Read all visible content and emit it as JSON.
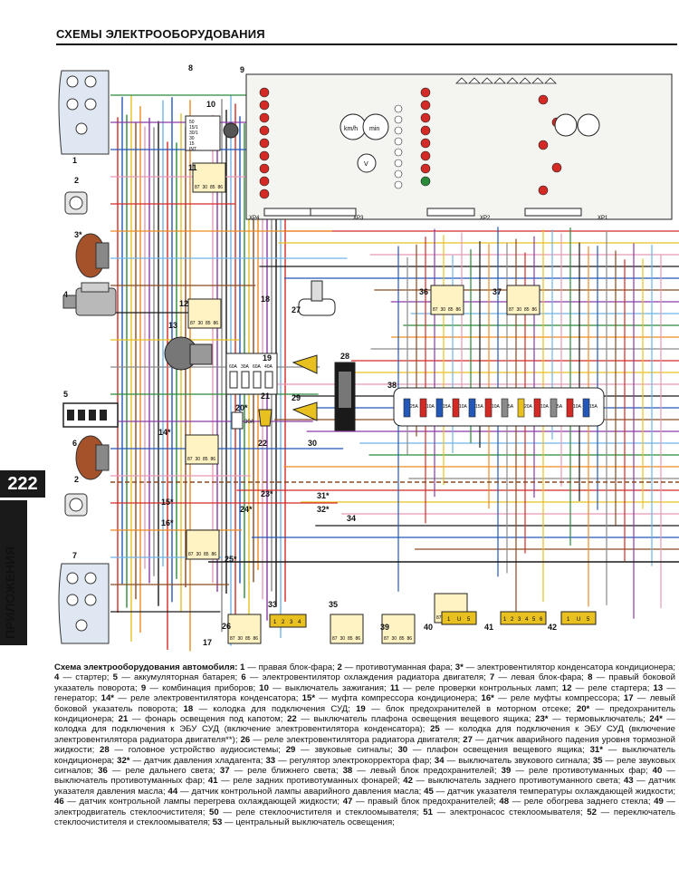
{
  "page": {
    "header_title": "СХЕМЫ ЭЛЕКТРООБОРУДОВАНИЯ",
    "page_number": "222",
    "side_label": "ПРИЛОЖЕНИЯ"
  },
  "diagram": {
    "component_numbers": [
      "1",
      "2",
      "3*",
      "4",
      "5",
      "6",
      "2",
      "7",
      "8",
      "9",
      "10",
      "11",
      "12",
      "13",
      "14*",
      "15*",
      "16*",
      "17",
      "18",
      "19",
      "20*",
      "21",
      "22",
      "23*",
      "24*",
      "25*",
      "26",
      "27",
      "28",
      "29",
      "30",
      "31*",
      "32*",
      "33",
      "34",
      "35",
      "36",
      "37",
      "38",
      "39",
      "40",
      "41",
      "42"
    ],
    "connector_labels": [
      "XP4",
      "XP3",
      "XP2",
      "XP1"
    ],
    "fuse_labels_19": [
      "60A",
      "30A",
      "60A",
      "40A"
    ],
    "fuse_label_20": "30A",
    "fuse_labels_38": [
      "25A",
      "10A",
      "15A",
      "10A",
      "15A",
      "10A",
      "5A",
      "20A",
      "10A",
      "5A",
      "10A",
      "15A"
    ],
    "relay_pins": [
      "87",
      "30",
      "85",
      "86"
    ],
    "switch_pins": [
      "1",
      "U",
      "5"
    ],
    "terminal_33": [
      "1",
      "2",
      "3",
      "4"
    ],
    "terminal_41": [
      "1",
      "2",
      "3",
      "4",
      "5",
      "6"
    ],
    "ignition_pins": [
      "50",
      "15/1",
      "30/1",
      "30",
      "15",
      "INT"
    ],
    "gauge_labels": [
      "km/h",
      "min",
      "V"
    ],
    "colors": {
      "red": "#d42a26",
      "blue": "#2357b8",
      "green": "#2a8a3a",
      "yellow": "#e8c020",
      "brown": "#8a4a20",
      "orange": "#ee8a20",
      "pink": "#e79ab8",
      "violet": "#8a3aa8",
      "gray": "#8a8a8a",
      "black": "#1a1a1a",
      "white": "#ffffff",
      "lightblue": "#6fb4e8"
    }
  },
  "caption": {
    "title": "Схема электрооборудования автомобиля:",
    "parts": [
      {
        "n": "1",
        "t": " — правая блок-фара; "
      },
      {
        "n": "2",
        "t": " — противотуманная фара; "
      },
      {
        "n": "3*",
        "t": " — электровентилятор конденсатора кондиционера; "
      },
      {
        "n": "4",
        "t": " — стартер; "
      },
      {
        "n": "5",
        "t": " — аккумуляторная батарея; "
      },
      {
        "n": "6",
        "t": " — электровентилятор охлаждения радиатора двигателя; "
      },
      {
        "n": "7",
        "t": " — левая блок-фара; "
      },
      {
        "n": "8",
        "t": " — правый боковой указатель поворота; "
      },
      {
        "n": "9",
        "t": " — комбинация приборов; "
      },
      {
        "n": "10",
        "t": " — выключатель зажигания; "
      },
      {
        "n": "11",
        "t": " — реле проверки контрольных ламп; "
      },
      {
        "n": "12",
        "t": " — реле стартера; "
      },
      {
        "n": "13",
        "t": " — генератор; "
      },
      {
        "n": "14*",
        "t": " — реле электровентилятора конденсатора; "
      },
      {
        "n": "15*",
        "t": " — муфта компрессора кондиционера; "
      },
      {
        "n": "16*",
        "t": " — реле муфты компрессора; "
      },
      {
        "n": "17",
        "t": " — левый боковой указатель поворота; "
      },
      {
        "n": "18",
        "t": " — колодка для подключения СУД; "
      },
      {
        "n": "19",
        "t": " — блок предохранителей в моторном отсеке; "
      },
      {
        "n": "20*",
        "t": " — предохранитель кондиционера; "
      },
      {
        "n": "21",
        "t": " — фонарь освещения под капотом; "
      },
      {
        "n": "22",
        "t": " — выключатель плафона освещения вещевого ящика; "
      },
      {
        "n": "23*",
        "t": " — термовыключатель; "
      },
      {
        "n": "24*",
        "t": " — колодка для подключения к ЭБУ СУД (включение электровентилятора конденсатора); "
      },
      {
        "n": "25",
        "t": " — колодка для подключения к ЭБУ СУД (включение электровентилятора радиатора двигателя**); "
      },
      {
        "n": "26",
        "t": " — реле электровентилятора радиатора двигателя; "
      },
      {
        "n": "27",
        "t": " — датчик аварийного падения уровня тормозной жидкости; "
      },
      {
        "n": "28",
        "t": " — головное устройство аудиосистемы; "
      },
      {
        "n": "29",
        "t": " — звуковые сигналы; "
      },
      {
        "n": "30",
        "t": " — плафон освещения вещевого ящика; "
      },
      {
        "n": "31*",
        "t": " — выключатель кондиционера; "
      },
      {
        "n": "32*",
        "t": " — датчик давления хладагента; "
      },
      {
        "n": "33",
        "t": " — регулятор электрокорректора фар; "
      },
      {
        "n": "34",
        "t": " — выключатель звукового сигнала; "
      },
      {
        "n": "35",
        "t": " — реле звуковых сигналов; "
      },
      {
        "n": "36",
        "t": " — реле дальнего света; "
      },
      {
        "n": "37",
        "t": " — реле ближнего света; "
      },
      {
        "n": "38",
        "t": " — левый блок предохранителей; "
      },
      {
        "n": "39",
        "t": " — реле противотуманных фар; "
      },
      {
        "n": "40",
        "t": " — выключатель противотуманных фар; "
      },
      {
        "n": "41",
        "t": " — реле задних противотуманных фонарей; "
      },
      {
        "n": "42",
        "t": " — выключатель заднего противотуманного света; "
      },
      {
        "n": "43",
        "t": " — датчик указателя давления масла; "
      },
      {
        "n": "44",
        "t": " — датчик контрольной лампы аварийного давления масла; "
      },
      {
        "n": "45",
        "t": " — датчик указателя температуры охлаждающей жидкости; "
      },
      {
        "n": "46",
        "t": " — датчик контрольной лампы перегрева охлаждающей жидкости; "
      },
      {
        "n": "47",
        "t": " — правый блок предохранителей; "
      },
      {
        "n": "48",
        "t": " — реле обогрева заднего стекла; "
      },
      {
        "n": "49",
        "t": " — электродвигатель стеклоочистителя; "
      },
      {
        "n": "50",
        "t": " — реле стеклоочистителя и стеклоомывателя; "
      },
      {
        "n": "51",
        "t": " — электронасос стеклоомывателя; "
      },
      {
        "n": "52",
        "t": " — переключатель стеклоочистителя и стеклоомывателя; "
      },
      {
        "n": "53",
        "t": " — центральный выключатель освещения;"
      }
    ]
  }
}
